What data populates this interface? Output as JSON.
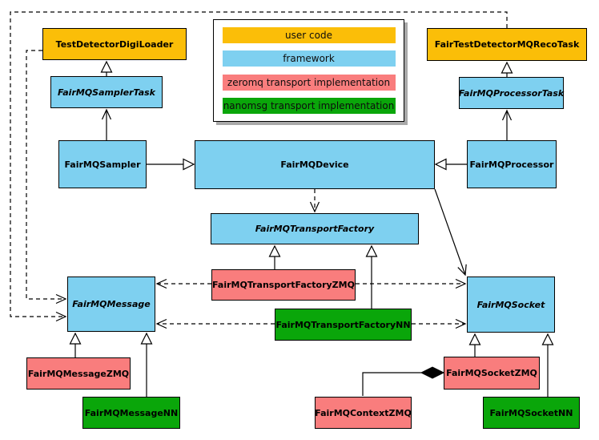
{
  "legend": {
    "items": [
      {
        "label": "user code",
        "color": "#FBBE08"
      },
      {
        "label": "framework",
        "color": "#7ED0F0"
      },
      {
        "label": "zeromq transport implementation",
        "color": "#F97D7D"
      },
      {
        "label": "nanomsg transport implementation",
        "color": "#0AA60A"
      }
    ]
  },
  "nodes": {
    "testDetectorDigiLoader": {
      "label": "TestDetectorDigiLoader",
      "category": "user code",
      "abstract": false
    },
    "fairTestDetectorMQRecoTask": {
      "label": "FairTestDetectorMQRecoTask",
      "category": "user code",
      "abstract": false
    },
    "fairMQSamplerTask": {
      "label": "FairMQSamplerTask",
      "category": "framework",
      "abstract": true
    },
    "fairMQProcessorTask": {
      "label": "FairMQProcessorTask",
      "category": "framework",
      "abstract": true
    },
    "fairMQSampler": {
      "label": "FairMQSampler",
      "category": "framework",
      "abstract": false
    },
    "fairMQDevice": {
      "label": "FairMQDevice",
      "category": "framework",
      "abstract": false
    },
    "fairMQProcessor": {
      "label": "FairMQProcessor",
      "category": "framework",
      "abstract": false
    },
    "fairMQTransportFactory": {
      "label": "FairMQTransportFactory",
      "category": "framework",
      "abstract": true
    },
    "fairMQTransportFactoryZMQ": {
      "label": "FairMQTransportFactoryZMQ",
      "category": "zeromq transport implementation",
      "abstract": false
    },
    "fairMQTransportFactoryNN": {
      "label": "FairMQTransportFactoryNN",
      "category": "nanomsg transport implementation",
      "abstract": false
    },
    "fairMQMessage": {
      "label": "FairMQMessage",
      "category": "framework",
      "abstract": true
    },
    "fairMQSocket": {
      "label": "FairMQSocket",
      "category": "framework",
      "abstract": true
    },
    "fairMQMessageZMQ": {
      "label": "FairMQMessageZMQ",
      "category": "zeromq transport implementation",
      "abstract": false
    },
    "fairMQMessageNN": {
      "label": "FairMQMessageNN",
      "category": "nanomsg transport implementation",
      "abstract": false
    },
    "fairMQContextZMQ": {
      "label": "FairMQContextZMQ",
      "category": "zeromq transport implementation",
      "abstract": false
    },
    "fairMQSocketZMQ": {
      "label": "FairMQSocketZMQ",
      "category": "zeromq transport implementation",
      "abstract": false
    },
    "fairMQSocketNN": {
      "label": "FairMQSocketNN",
      "category": "nanomsg transport implementation",
      "abstract": false
    }
  },
  "edges": [
    {
      "from": "fairMQSamplerTask",
      "to": "testDetectorDigiLoader",
      "type": "inheritance"
    },
    {
      "from": "fairMQProcessorTask",
      "to": "fairTestDetectorMQRecoTask",
      "type": "inheritance"
    },
    {
      "from": "fairMQSampler",
      "to": "fairMQSamplerTask",
      "type": "association"
    },
    {
      "from": "fairMQProcessor",
      "to": "fairMQProcessorTask",
      "type": "association"
    },
    {
      "from": "fairMQSampler",
      "to": "fairMQDevice",
      "type": "inheritance"
    },
    {
      "from": "fairMQProcessor",
      "to": "fairMQDevice",
      "type": "inheritance"
    },
    {
      "from": "fairMQDevice",
      "to": "fairMQTransportFactory",
      "type": "dependency"
    },
    {
      "from": "fairMQDevice",
      "to": "fairMQSocket",
      "type": "association"
    },
    {
      "from": "fairMQTransportFactoryZMQ",
      "to": "fairMQTransportFactory",
      "type": "inheritance"
    },
    {
      "from": "fairMQTransportFactoryNN",
      "to": "fairMQTransportFactory",
      "type": "inheritance"
    },
    {
      "from": "fairMQTransportFactoryZMQ",
      "to": "fairMQMessage",
      "type": "dependency"
    },
    {
      "from": "fairMQTransportFactoryZMQ",
      "to": "fairMQSocket",
      "type": "dependency"
    },
    {
      "from": "fairMQTransportFactoryNN",
      "to": "fairMQMessage",
      "type": "dependency"
    },
    {
      "from": "fairMQTransportFactoryNN",
      "to": "fairMQSocket",
      "type": "dependency"
    },
    {
      "from": "testDetectorDigiLoader",
      "to": "fairMQMessage",
      "type": "dependency"
    },
    {
      "from": "fairTestDetectorMQRecoTask",
      "to": "fairMQMessage",
      "type": "dependency"
    },
    {
      "from": "fairMQMessageZMQ",
      "to": "fairMQMessage",
      "type": "inheritance"
    },
    {
      "from": "fairMQMessageNN",
      "to": "fairMQMessage",
      "type": "inheritance"
    },
    {
      "from": "fairMQSocketZMQ",
      "to": "fairMQSocket",
      "type": "inheritance"
    },
    {
      "from": "fairMQSocketNN",
      "to": "fairMQSocket",
      "type": "inheritance"
    },
    {
      "from": "fairMQContextZMQ",
      "to": "fairMQSocketZMQ",
      "type": "composition"
    }
  ],
  "colors": {
    "border": "#000000",
    "background": "#FFFFFF",
    "legend_shadow": "#A9A9A9"
  }
}
